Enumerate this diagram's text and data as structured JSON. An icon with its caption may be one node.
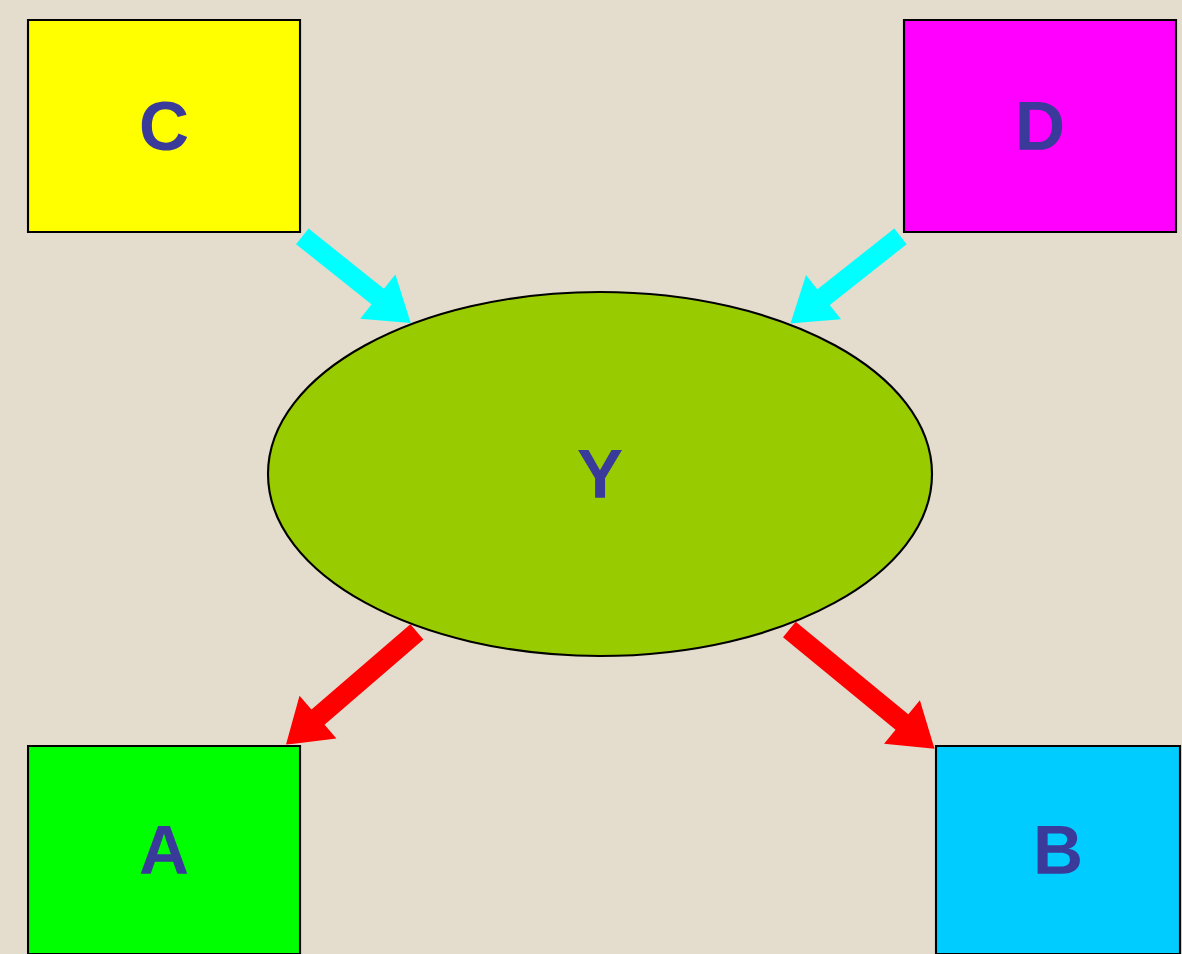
{
  "diagram": {
    "nodes": [
      {
        "text": [
          "C"
        ]
      },
      {
        "text": [
          "D"
        ]
      },
      {
        "text": [
          "Y"
        ]
      },
      {
        "text": [
          "A"
        ]
      },
      {
        "text": [
          "B"
        ]
      }
    ],
    "edges": [
      {
        "from": 0,
        "to": 2,
        "arrow": "to",
        "color": "#00ffff"
      },
      {
        "from": 1,
        "to": 2,
        "arrow": "to",
        "color": "#00ffff"
      },
      {
        "from": 2,
        "to": 3,
        "arrow": "to",
        "color": "#ff0000"
      },
      {
        "from": 2,
        "to": 4,
        "arrow": "to",
        "color": "#ff0000"
      }
    ]
  }
}
